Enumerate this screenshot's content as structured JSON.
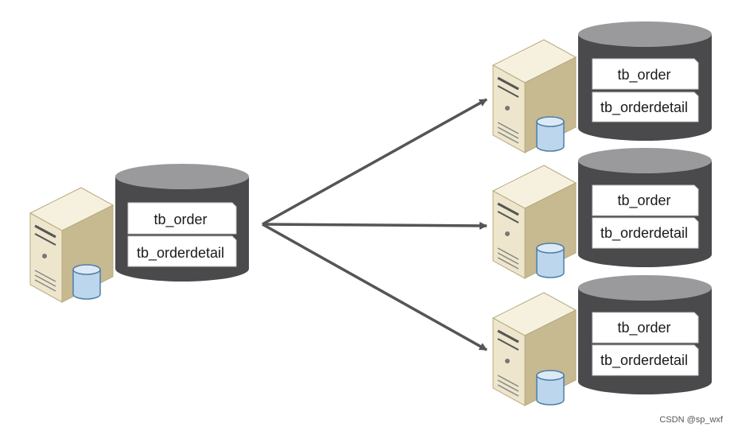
{
  "colors": {
    "background": "#ffffff",
    "cylinder_body": "#4a4a4c",
    "cylinder_top": "#9a9a9c",
    "server_front": "#eee6cc",
    "server_side": "#c7b990",
    "server_top": "#f6f1df",
    "mini_db": "#bcd6ee",
    "arrow": "#555555",
    "table_card": "#ffffff"
  },
  "source": {
    "tables": [
      "tb_order",
      "tb_orderdetail"
    ],
    "server_icon": "server-icon",
    "db_icon": "database-icon"
  },
  "replicas": [
    {
      "tables": [
        "tb_order",
        "tb_orderdetail"
      ]
    },
    {
      "tables": [
        "tb_order",
        "tb_orderdetail"
      ]
    },
    {
      "tables": [
        "tb_order",
        "tb_orderdetail"
      ]
    }
  ],
  "arrows": {
    "count": 3,
    "icon": "arrow-right-icon"
  },
  "watermark": "CSDN @sp_wxf"
}
